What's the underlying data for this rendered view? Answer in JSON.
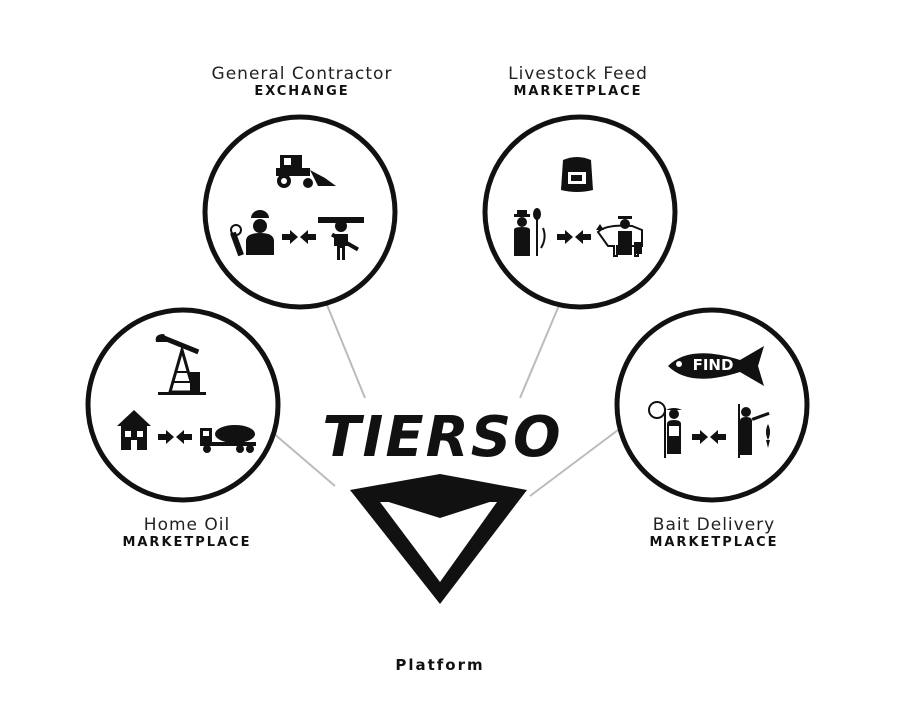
{
  "brand": "TIERSO",
  "platform_label": "Platform",
  "nodes": [
    {
      "title": "General Contractor",
      "subtitle": "EXCHANGE",
      "top_icon": "backhoe-icon",
      "left_icon": "engineer-icon",
      "right_icon": "worker-icon"
    },
    {
      "title": "Livestock Feed",
      "subtitle": "MARKETPLACE",
      "top_icon": "feed-bag-icon",
      "left_icon": "farmer-icon",
      "right_icon": "cow-farmer-icon"
    },
    {
      "title": "Home Oil",
      "subtitle": "MARKETPLACE",
      "top_icon": "oil-pump-icon",
      "left_icon": "house-icon",
      "right_icon": "tanker-truck-icon"
    },
    {
      "title": "Bait Delivery",
      "subtitle": "MARKETPLACE",
      "top_icon": "fish-icon",
      "top_text": "FIND",
      "left_icon": "fisherman-net-icon",
      "right_icon": "fisherman-catch-icon"
    }
  ],
  "colors": {
    "ink": "#111111",
    "line": "#bbbbbb",
    "background": "#ffffff"
  }
}
